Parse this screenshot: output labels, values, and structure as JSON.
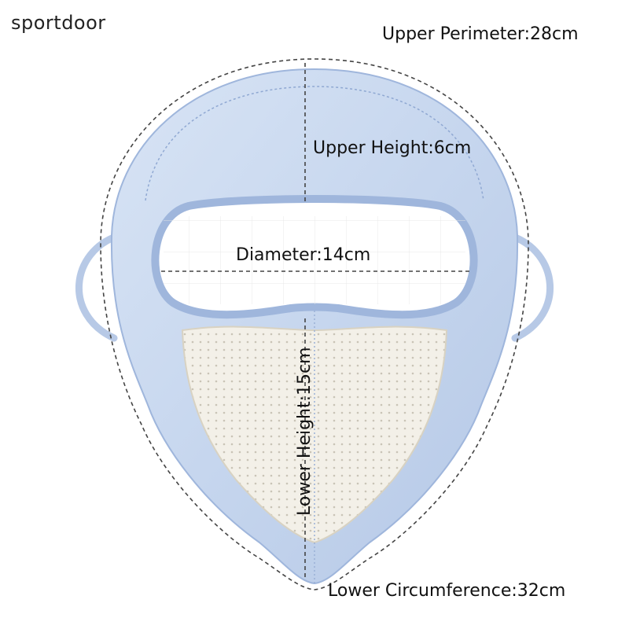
{
  "brand": "sportdoor",
  "labels": {
    "upper_perimeter": "Upper Perimeter:28cm",
    "upper_height": "Upper Height:6cm",
    "diameter": "Diameter:14cm",
    "lower_height": "Lower Height:15cm",
    "lower_circumference": "Lower Circumference:32cm"
  },
  "colors": {
    "mask_fabric": "#c6d6ee",
    "mask_edge": "#9fb6dc",
    "mesh_panel": "#f2efe6",
    "dashed_guides": "#444444"
  },
  "product_image": "full-face sun protection mask with eye opening and breathable mesh panel"
}
